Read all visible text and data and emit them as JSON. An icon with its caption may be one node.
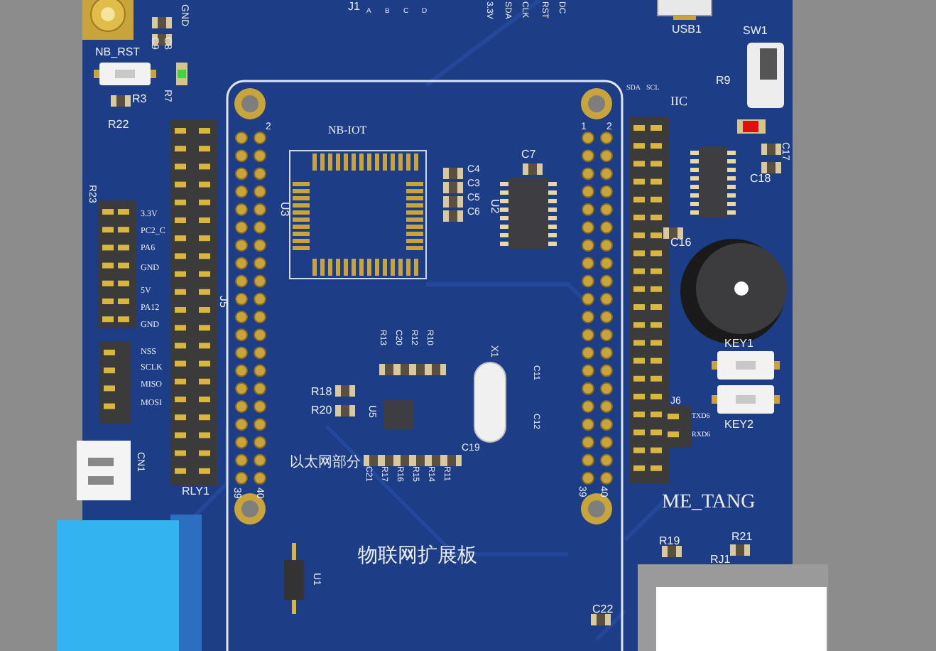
{
  "diagram": {
    "labels": [
      "GND",
      "J1",
      "A",
      "B",
      "C",
      "D",
      "3.3V",
      "SDA",
      "CLK",
      "RST",
      "DC",
      "USB1",
      "SW1",
      "NB_RST",
      "R3",
      "C9",
      "C8",
      "R7",
      "R22",
      "R23",
      "R9",
      "2",
      "NB-IOT",
      "SDA",
      "SCL",
      "IIC",
      "1",
      "2",
      "C7",
      "C17",
      "C4",
      "C3",
      "C5",
      "C6",
      "U3",
      "U2",
      "C18",
      "3.3V",
      "PC2_C",
      "PA6",
      "GND",
      "5V",
      "PA12",
      "GND",
      "C16",
      "J5",
      "R13",
      "C20",
      "R12",
      "R10",
      "X1",
      "KEY1",
      "C11",
      "NSS",
      "SCLK",
      "MISO",
      "R18",
      "R20",
      "U5",
      "J6",
      "TXD6",
      "KEY2",
      "MOSI",
      "C12",
      "RXD6",
      "C19",
      "以太网部分",
      "C21",
      "R17",
      "R16",
      "R15",
      "R14",
      "R11",
      "CN1",
      "RLY1",
      "39",
      "40",
      "39",
      "40",
      "ME_TANG",
      "R19",
      "R21",
      "物联网扩展板",
      "RJ1",
      "U1",
      "C22"
    ]
  }
}
